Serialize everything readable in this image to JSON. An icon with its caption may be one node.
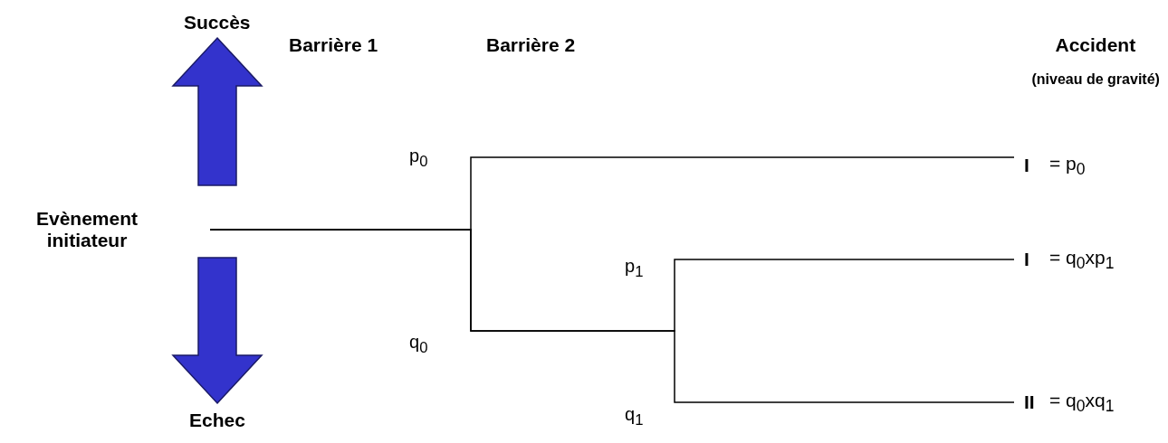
{
  "diagram": {
    "nodes": [
      {
        "text": [
          "Evènement initiateur"
        ]
      },
      {
        "text": [
          "I",
          "= p$_{0}$"
        ]
      },
      {
        "text": [
          "I",
          "= q$_{0}$xp$_{1}$"
        ]
      },
      {
        "text": [
          "II",
          "= q$_{0}$xq$_{1}$"
        ]
      }
    ],
    "edges": [
      {
        "from": 0,
        "to": 1,
        "arrow": "none"
      },
      {
        "from": 0,
        "to": 2,
        "arrow": "none"
      },
      {
        "from": 0,
        "to": 3,
        "arrow": "none"
      }
    ],
    "labels": [
      "Succès",
      "Barrière 1",
      "Barrière 2",
      "Accident",
      "(niveau de gravité)",
      "p$_{0}$",
      "p$_{1}$",
      "q$_{0}$",
      "q$_{1}$",
      "Echec"
    ]
  }
}
